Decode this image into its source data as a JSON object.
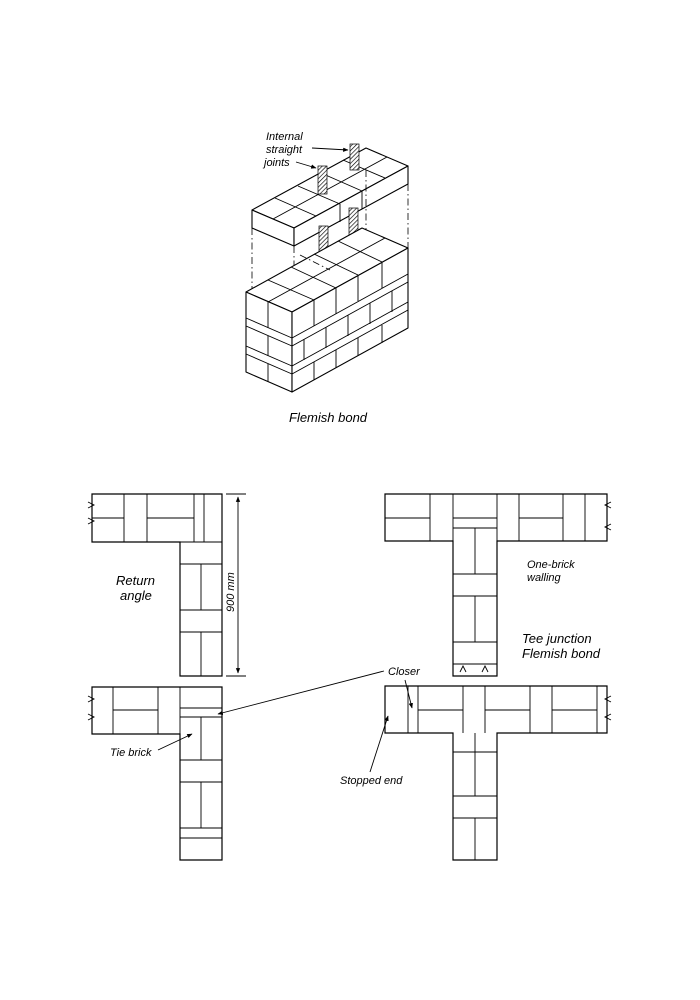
{
  "labels": {
    "internal_joints": [
      "Internal",
      "straight",
      "joints"
    ],
    "flemish_caption": "Flemish bond",
    "return_angle": [
      "Return",
      "angle"
    ],
    "dimension": "900 mm",
    "one_brick": [
      "One-brick",
      "walling"
    ],
    "tee_junction": [
      "Tee junction",
      "Flemish bond"
    ],
    "closer": "Closer",
    "tie_brick": "Tie brick",
    "stopped_end": "Stopped end"
  }
}
